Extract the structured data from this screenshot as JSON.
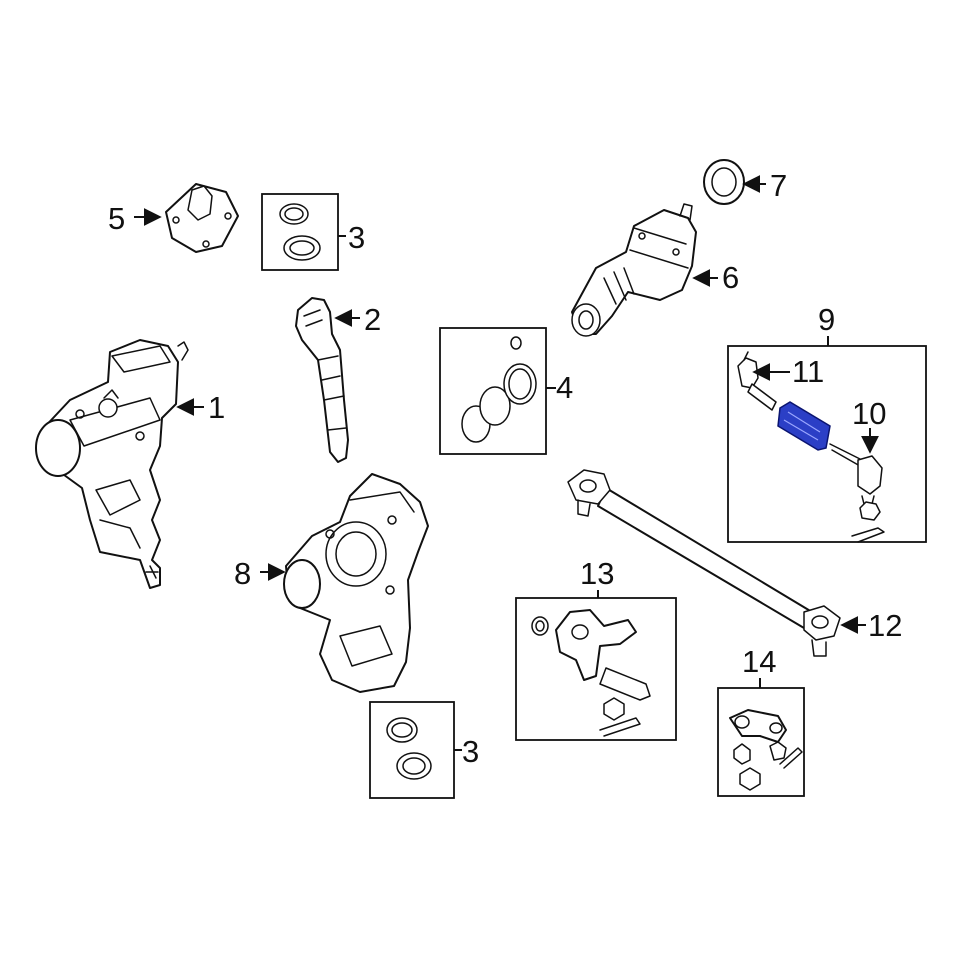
{
  "callouts": {
    "c1": "1",
    "c2": "2",
    "c3a": "3",
    "c3b": "3",
    "c4": "4",
    "c5": "5",
    "c6": "6",
    "c7": "7",
    "c8": "8",
    "c9": "9",
    "c10": "10",
    "c11": "11",
    "c12": "12",
    "c13": "13",
    "c14": "14"
  },
  "colors": {
    "line": "#111111",
    "highlight_part": "#2b3fc6",
    "background": "#ffffff"
  }
}
